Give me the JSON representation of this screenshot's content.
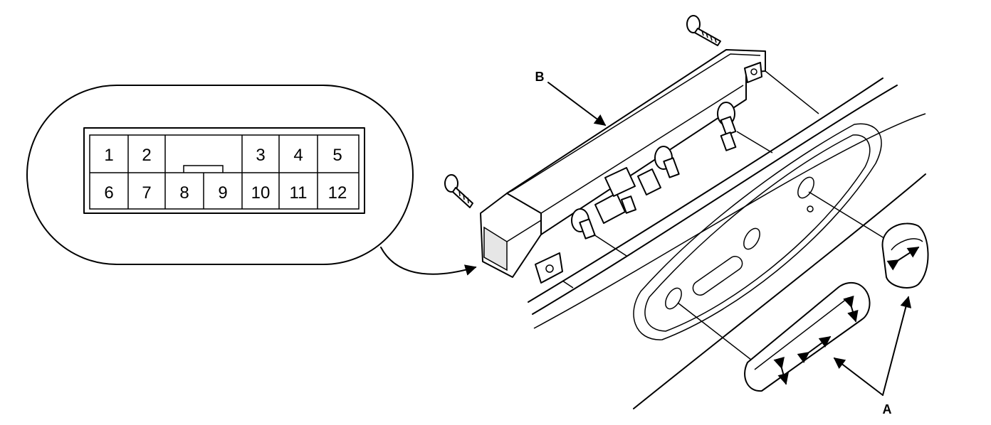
{
  "connector": {
    "top_row": [
      "1",
      "2",
      "3",
      "4",
      "5"
    ],
    "bottom_row": [
      "6",
      "7",
      "8",
      "9",
      "10",
      "11",
      "12"
    ]
  },
  "callouts": {
    "switch_assembly": "B",
    "knobs": "A"
  },
  "icons": {
    "arrow_pair": "double-arrow-icon",
    "screw": "screw-icon"
  }
}
